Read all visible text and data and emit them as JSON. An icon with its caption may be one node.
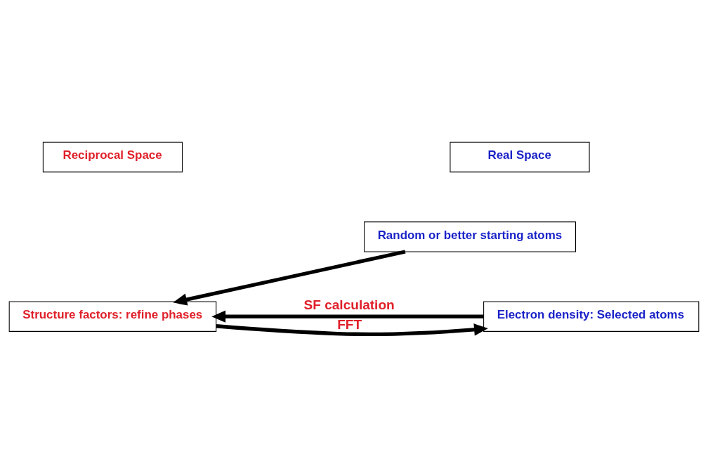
{
  "diagram": {
    "nodes": [
      {
        "text": [
          "Reciprocal Space"
        ]
      },
      {
        "text": [
          "Real Space"
        ]
      },
      {
        "text": [
          "Random or better starting atoms"
        ]
      },
      {
        "text": [
          "Structure factors: refine phases"
        ]
      },
      {
        "text": [
          "Electron density: Selected atoms"
        ]
      }
    ],
    "edges": [
      {
        "from": 2,
        "to": 3,
        "arrow": "to"
      },
      {
        "from": 4,
        "to": 3,
        "arrow": "to",
        "label": "SF calculation"
      },
      {
        "from": 3,
        "to": 4,
        "arrow": "to",
        "label": "FFT"
      }
    ]
  }
}
